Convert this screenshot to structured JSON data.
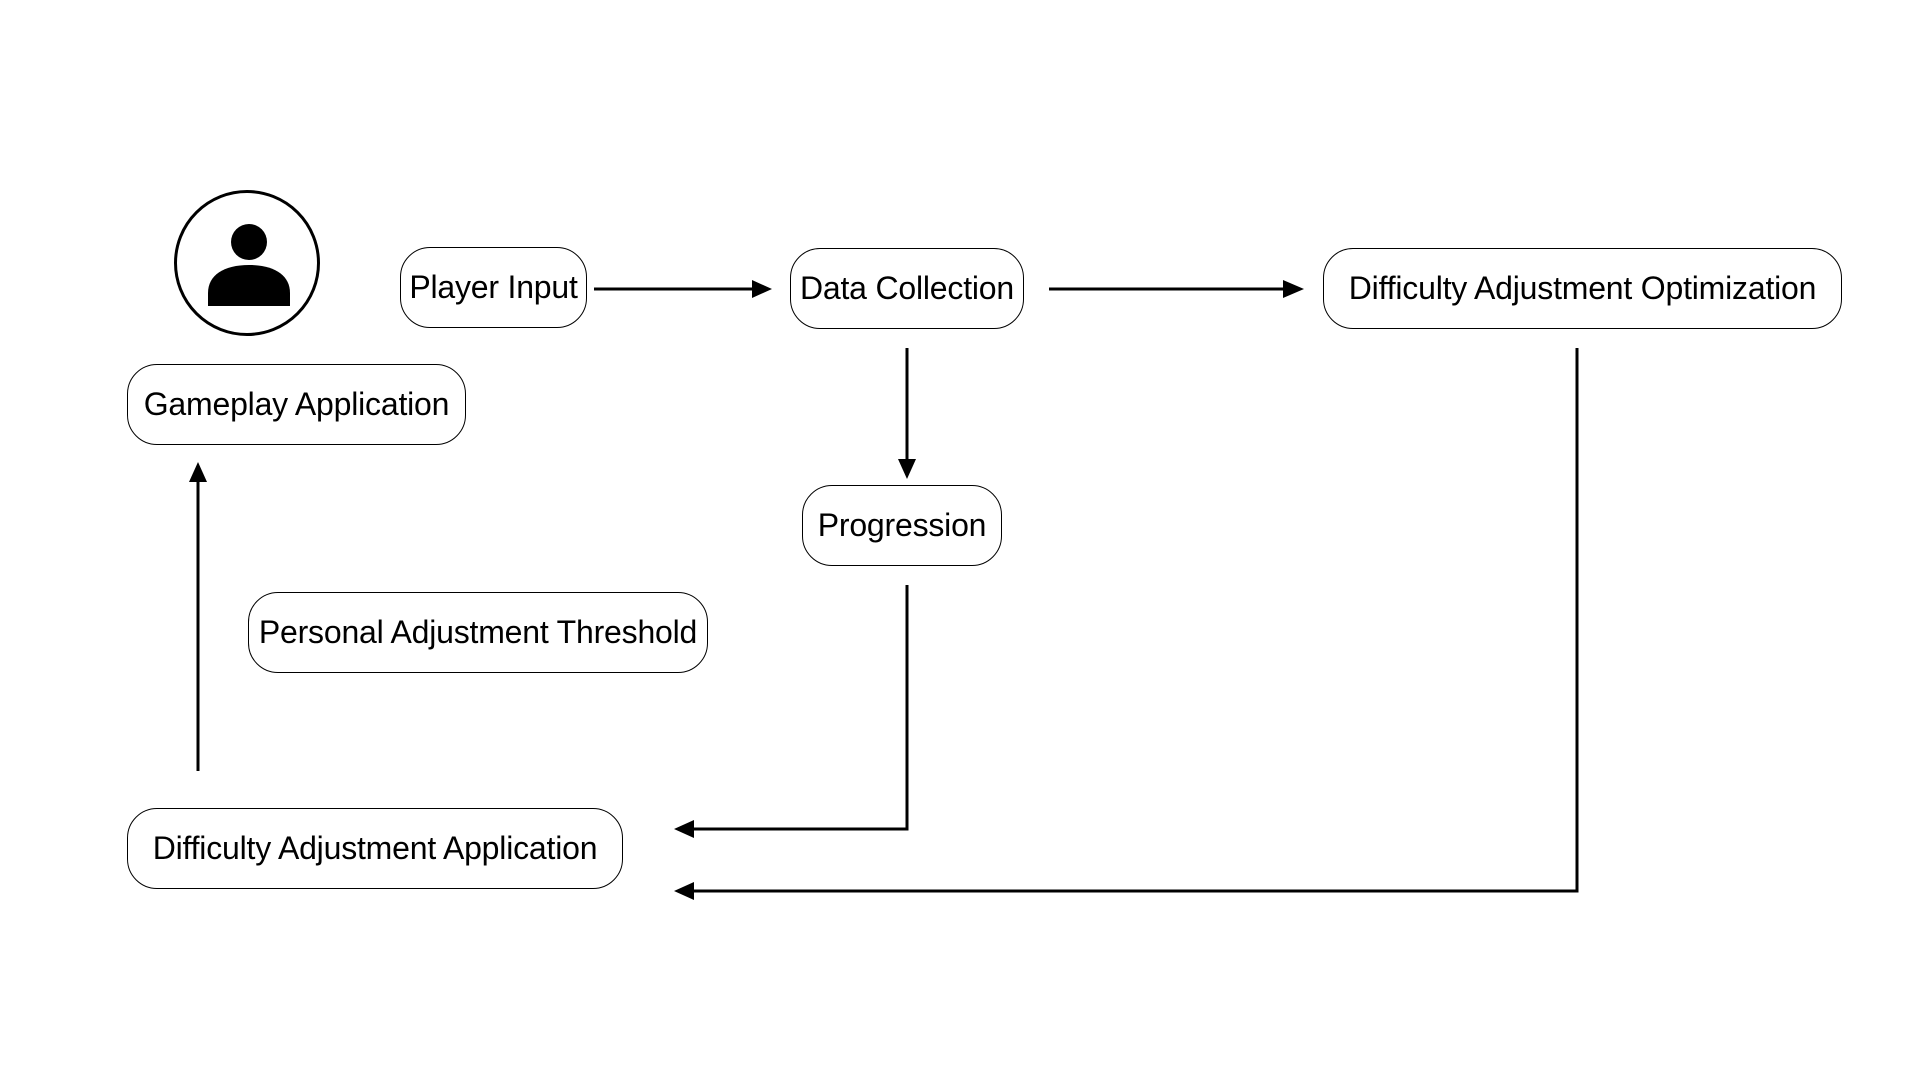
{
  "diagram": {
    "user_icon": "user-icon",
    "nodes": {
      "player_input": "Player Input",
      "data_collection": "Data Collection",
      "difficulty_adjustment_optimization": "Difficulty Adjustment Optimization",
      "gameplay_application": "Gameplay Application",
      "progression": "Progression",
      "personal_adjustment_threshold": "Personal Adjustment Threshold",
      "difficulty_adjustment_application": "Difficulty Adjustment Application"
    },
    "edges": [
      {
        "from": "Player Input",
        "to": "Data Collection"
      },
      {
        "from": "Data Collection",
        "to": "Difficulty Adjustment Optimization"
      },
      {
        "from": "Data Collection",
        "to": "Progression"
      },
      {
        "from": "Progression",
        "to": "Difficulty Adjustment Application"
      },
      {
        "from": "Difficulty Adjustment Optimization",
        "to": "Difficulty Adjustment Application"
      },
      {
        "from": "Difficulty Adjustment Application",
        "to": "Gameplay Application"
      }
    ],
    "colors": {
      "stroke": "#000000",
      "background": "#ffffff"
    }
  }
}
